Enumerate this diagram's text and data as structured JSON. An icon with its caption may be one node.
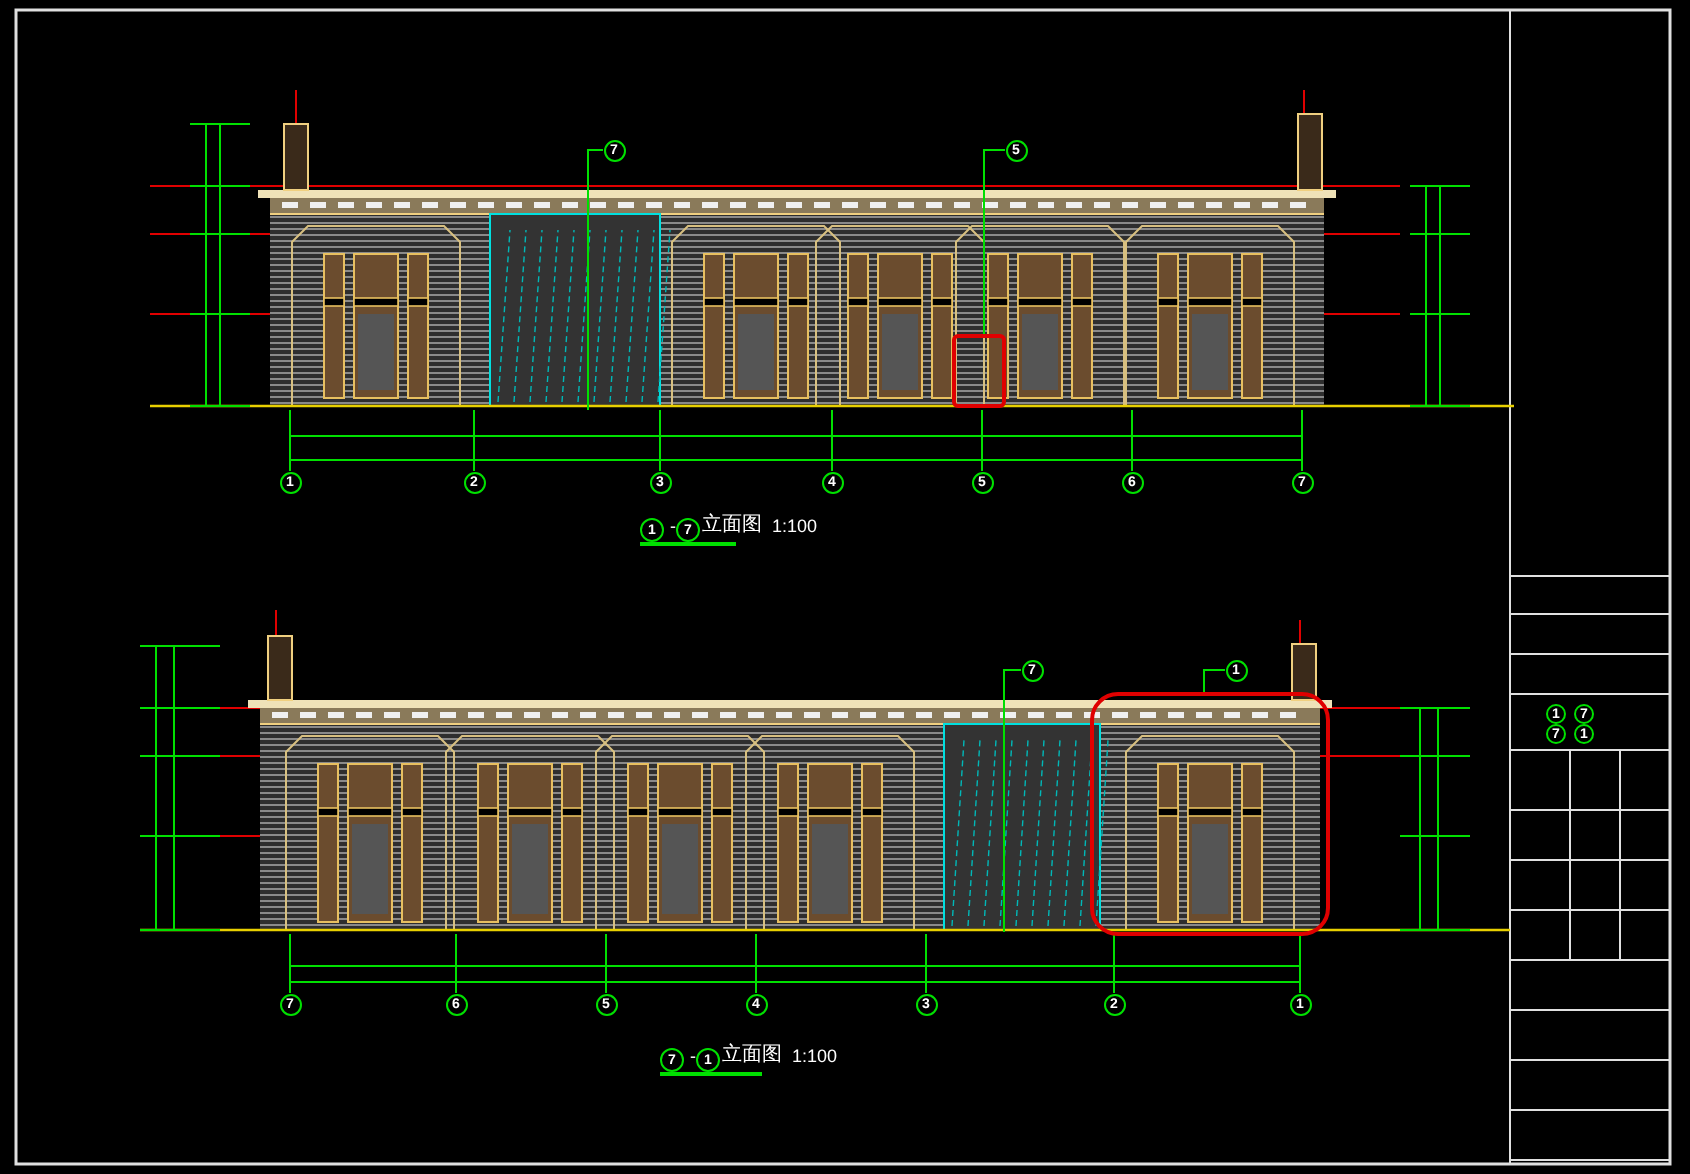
{
  "diagram": {
    "nodes": [
      {
        "text": [
          "1"
        ]
      },
      {
        "text": [
          "2"
        ]
      },
      {
        "text": [
          "3"
        ]
      },
      {
        "text": [
          "4"
        ]
      },
      {
        "text": [
          "5"
        ]
      },
      {
        "text": [
          "6"
        ]
      },
      {
        "text": [
          "7"
        ]
      },
      {
        "text": [
          "7"
        ]
      },
      {
        "text": [
          "5"
        ]
      },
      {
        "text": [
          "7"
        ]
      },
      {
        "text": [
          "6"
        ]
      },
      {
        "text": [
          "5"
        ]
      },
      {
        "text": [
          "4"
        ]
      },
      {
        "text": [
          "3"
        ]
      },
      {
        "text": [
          "2"
        ]
      },
      {
        "text": [
          "1"
        ]
      },
      {
        "text": [
          "7"
        ]
      },
      {
        "text": [
          "1"
        ]
      },
      {
        "text": [
          "1"
        ]
      },
      {
        "text": [
          "7"
        ]
      },
      {
        "text": [
          "7"
        ]
      },
      {
        "text": [
          "1"
        ]
      },
      {
        "text": [
          "1"
        ]
      },
      {
        "text": [
          "7"
        ]
      },
      {
        "text": [
          "7"
        ]
      },
      {
        "text": [
          "1"
        ]
      },
      {
        "text": [],
        "shape": "box"
      },
      {
        "text": [],
        "shape": "box"
      }
    ],
    "edges": [
      {
        "from": 7,
        "to": null,
        "arrow": "none"
      },
      {
        "from": 8,
        "to": 26,
        "arrow": "none"
      },
      {
        "from": 16,
        "to": null,
        "arrow": "none"
      },
      {
        "from": 17,
        "to": 27,
        "arrow": "none"
      }
    ],
    "labels": [
      "-",
      "立面图",
      "1:100",
      "-",
      "立面图",
      "1:100"
    ]
  }
}
